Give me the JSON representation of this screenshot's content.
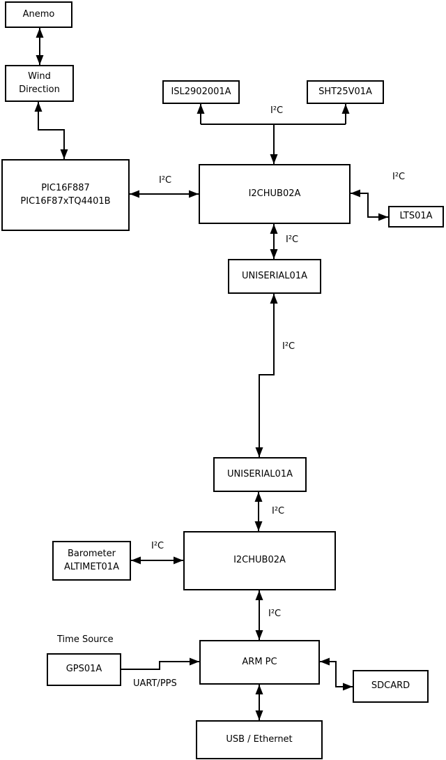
{
  "colors": {
    "background": "#ffffff",
    "box_fill": "#ffffff",
    "line": "#000000",
    "text": "#000000"
  },
  "labels": {
    "i2c": "I²C",
    "time_source": "Time Source",
    "uart_pps": "UART/PPS"
  },
  "nodes": {
    "anemo": "Anemo",
    "wind_direction": "Wind\nDirection",
    "pic": "PIC16F887\nPIC16F87xTQ4401B",
    "isl": "ISL2902001A",
    "sht": "SHT25V01A",
    "i2chub_top": "I2CHUB02A",
    "lts": "LTS01A",
    "uniserial_upper": "UNISERIAL01A",
    "uniserial_lower": "UNISERIAL01A",
    "i2chub_bottom": "I2CHUB02A",
    "barometer": "Barometer\nALTIMET01A",
    "gps": "GPS01A",
    "arm_pc": "ARM PC",
    "sdcard": "SDCARD",
    "usb_ethernet": "USB / Ethernet"
  },
  "connections": [
    {
      "from": "Anemo",
      "to": "Wind Direction",
      "label": "",
      "arrows": "both"
    },
    {
      "from": "Wind Direction",
      "to": "PIC16F887 PIC16F87xTQ4401B",
      "label": "",
      "arrows": "both"
    },
    {
      "from": "PIC16F887 PIC16F87xTQ4401B",
      "to": "I2CHUB02A (upper)",
      "label": "I²C",
      "arrows": "both"
    },
    {
      "from": "I2CHUB02A (upper)",
      "to": "ISL2902001A + SHT25V01A (bus branch)",
      "label": "I²C",
      "arrows": "both"
    },
    {
      "from": "I2CHUB02A (upper)",
      "to": "LTS01A",
      "label": "I²C",
      "arrows": "both"
    },
    {
      "from": "I2CHUB02A (upper)",
      "to": "UNISERIAL01A (upper)",
      "label": "I²C",
      "arrows": "both"
    },
    {
      "from": "UNISERIAL01A (upper)",
      "to": "UNISERIAL01A (lower)",
      "label": "I²C",
      "arrows": "both"
    },
    {
      "from": "UNISERIAL01A (lower)",
      "to": "I2CHUB02A (lower)",
      "label": "I²C",
      "arrows": "both"
    },
    {
      "from": "Barometer ALTIMET01A",
      "to": "I2CHUB02A (lower)",
      "label": "I²C",
      "arrows": "both"
    },
    {
      "from": "I2CHUB02A (lower)",
      "to": "ARM PC",
      "label": "I²C",
      "arrows": "both"
    },
    {
      "from": "GPS01A",
      "to": "ARM PC",
      "label": "UART/PPS",
      "arrows": "to"
    },
    {
      "from": "ARM PC",
      "to": "SDCARD",
      "label": "",
      "arrows": "both"
    },
    {
      "from": "ARM PC",
      "to": "USB / Ethernet",
      "label": "",
      "arrows": "both"
    }
  ]
}
